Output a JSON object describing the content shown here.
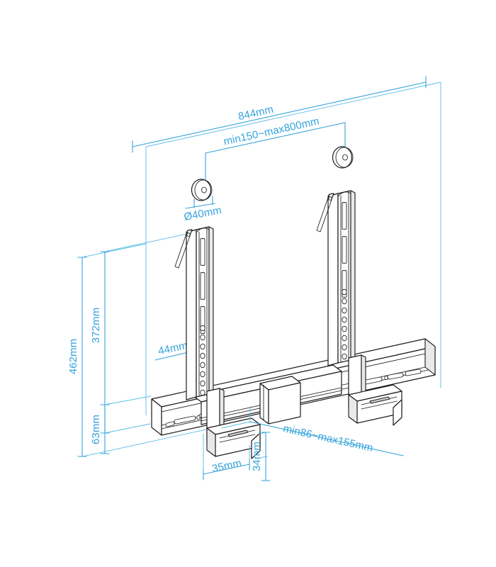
{
  "drawing": {
    "title": "Soundbar mount technical dimension drawing",
    "units": "mm",
    "accent_color": "#35a3db",
    "line_color": "#1a1a1a",
    "background_color": "#ffffff"
  },
  "dimensions": {
    "overall_width": {
      "label": "844mm",
      "name": "overall-width",
      "orientation": "diagonal-top",
      "value": 844
    },
    "mount_spacing": {
      "label": "min150~max800mm",
      "name": "mount-hole-spacing",
      "orientation": "diagonal-top",
      "min": 150,
      "max": 800
    },
    "disc_diameter": {
      "label": "Ø40mm",
      "name": "spacer-disc-diameter",
      "orientation": "diagonal",
      "value": 40
    },
    "overall_height": {
      "label": "462mm",
      "name": "overall-height",
      "orientation": "vertical-left",
      "value": 462
    },
    "arm_height": {
      "label": "372mm",
      "name": "arm-height",
      "orientation": "vertical-left",
      "value": 372
    },
    "rail_height": {
      "label": "63mm",
      "name": "rail-height",
      "orientation": "vertical-left",
      "value": 63
    },
    "arm_width": {
      "label": "44mm",
      "name": "arm-width",
      "orientation": "leader",
      "value": 44
    },
    "foot_depth": {
      "label": "35mm",
      "name": "foot-depth",
      "orientation": "diagonal-bottom",
      "value": 35
    },
    "foot_height": {
      "label": "34mm",
      "name": "foot-height",
      "orientation": "vertical-bottom",
      "value": 34
    },
    "depth_range": {
      "label": "min86~max155mm",
      "name": "depth-range",
      "orientation": "diagonal-bottom",
      "min": 86,
      "max": 155
    }
  },
  "parts": {
    "vertical_arm_left": {
      "name": "vertical-arm-left",
      "slot_count": 4,
      "hole_count": 13
    },
    "vertical_arm_right": {
      "name": "vertical-arm-right",
      "slot_count": 4,
      "hole_count": 13
    },
    "horizontal_rail": {
      "name": "horizontal-rail",
      "slot_count": 12
    },
    "center_plate": {
      "name": "center-plate"
    },
    "foot_bracket_left": {
      "name": "foot-bracket-left"
    },
    "foot_bracket_right": {
      "name": "foot-bracket-right"
    },
    "spacer_disc_left": {
      "name": "spacer-disc-left"
    },
    "spacer_disc_right": {
      "name": "spacer-disc-right"
    }
  }
}
